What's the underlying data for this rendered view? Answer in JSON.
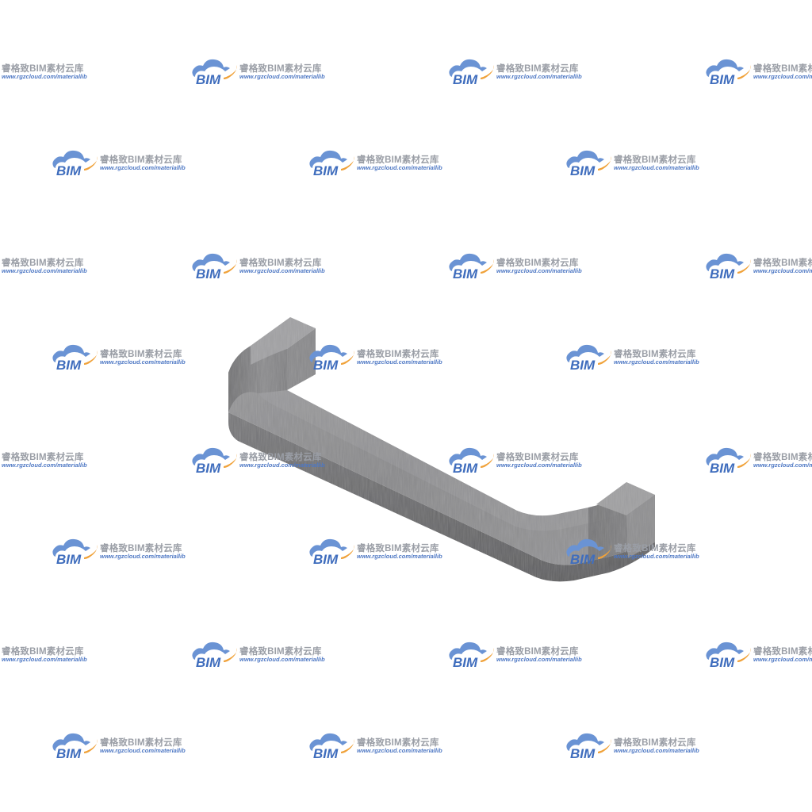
{
  "watermark": {
    "logo_text": "BIM",
    "title": "睿格致BIM素材云库",
    "url": "www.rgzcloud.com/materiallib",
    "colors": {
      "cloud_blue": "#6a93d4",
      "logo_text": "#3f6dbd",
      "swoosh_orange": "#f0a23a",
      "title_gray": "#9a9ea6",
      "url_blue": "#4e78c4"
    }
  },
  "object": {
    "icon": "u-shaped-metal-handle",
    "colors": {
      "top_face": "#8e8e90",
      "front_face": "#6f6f71",
      "end_face": "#9c9c9e",
      "inner_face": "#7f7f81"
    }
  }
}
